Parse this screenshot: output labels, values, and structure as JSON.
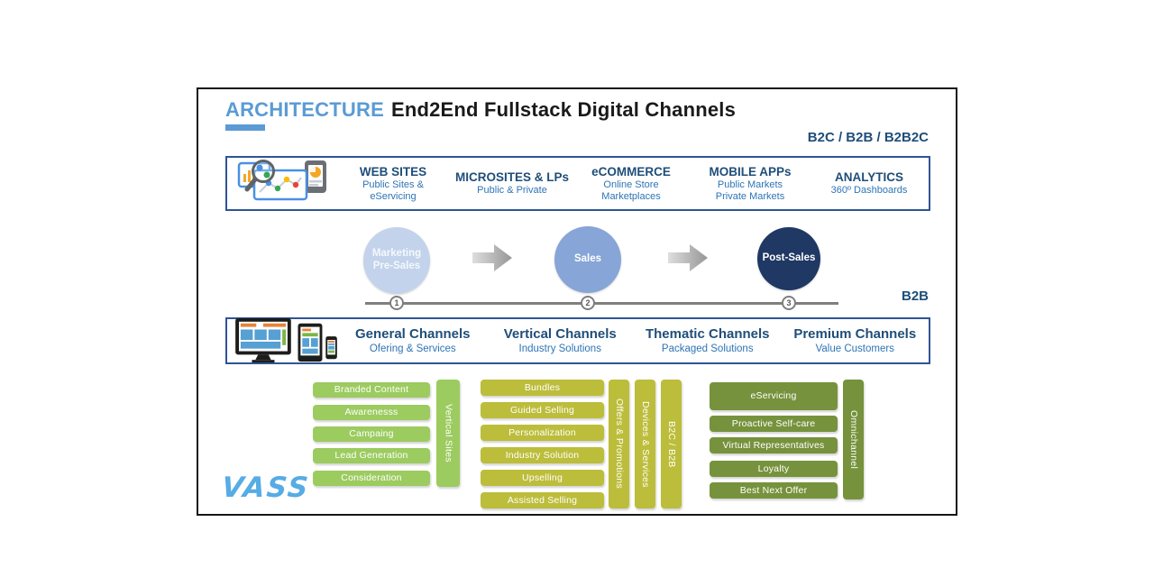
{
  "header": {
    "title_accent": "ARCHITECTURE",
    "title_rest": "End2End Fullstack Digital Channels",
    "top_right_label": "B2C / B2B / B2B2C"
  },
  "b2c_row": {
    "icon": "analytics-search-icon",
    "columns": [
      {
        "title": "WEB SITES",
        "subtitle": "Public Sites &\neServicing"
      },
      {
        "title": "MICROSITES & LPs",
        "subtitle": "Public & Private"
      },
      {
        "title": "eCOMMERCE",
        "subtitle": "Online Store\nMarketplaces"
      },
      {
        "title": "MOBILE APPs",
        "subtitle": "Public Markets\nPrivate Markets"
      },
      {
        "title": "ANALYTICS",
        "subtitle": "360º Dashboards"
      }
    ]
  },
  "funnel": {
    "stages": [
      {
        "label": "Marketing\nPre-Sales",
        "number": "1"
      },
      {
        "label": "Sales",
        "number": "2"
      },
      {
        "label": "Post-Sales",
        "number": "3"
      }
    ],
    "right_label": "B2B"
  },
  "b2b_row": {
    "icon": "responsive-devices-icon",
    "columns": [
      {
        "title": "General Channels",
        "subtitle": "Ofering & Services"
      },
      {
        "title": "Vertical Channels",
        "subtitle": "Industry Solutions"
      },
      {
        "title": "Thematic Channels",
        "subtitle": "Packaged Solutions"
      },
      {
        "title": "Premium Channels",
        "subtitle": "Value Customers"
      }
    ]
  },
  "bottom": {
    "left_group": {
      "items": [
        "Branded Content",
        "Awarenesss",
        "Campaing",
        "Lead Generation",
        "Consideration"
      ],
      "side_label": "Vertical Sites"
    },
    "middle_group": {
      "items": [
        "Bundles",
        "Guided Selling",
        "Personalization",
        "Industry Solution",
        "Upselling",
        "Assisted Selling"
      ],
      "side_labels": [
        "Offers & Promotions",
        "Devices & Services",
        "B2C / B2B"
      ]
    },
    "right_group": {
      "items": [
        "eServicing",
        "Proactive Self-care",
        "Virtual Representatives",
        "Loyalty",
        "Best Next Offer"
      ],
      "side_label": "Omnichannel"
    }
  },
  "logo": "VASS",
  "colors": {
    "accent_blue": "#5B9BD5",
    "navy_text": "#1F4E79",
    "subtitle_blue": "#2E74B5",
    "panel_border": "#2F5496",
    "circle_light": "#C3D3EB",
    "circle_mid": "#87A5D7",
    "circle_dark": "#1F3864",
    "green_light": "#9CCB5F",
    "green_olive": "#BCBD3B",
    "green_dark": "#76923C",
    "timeline_gray": "#7F7F7F",
    "logo_blue": "#56ACE5"
  }
}
